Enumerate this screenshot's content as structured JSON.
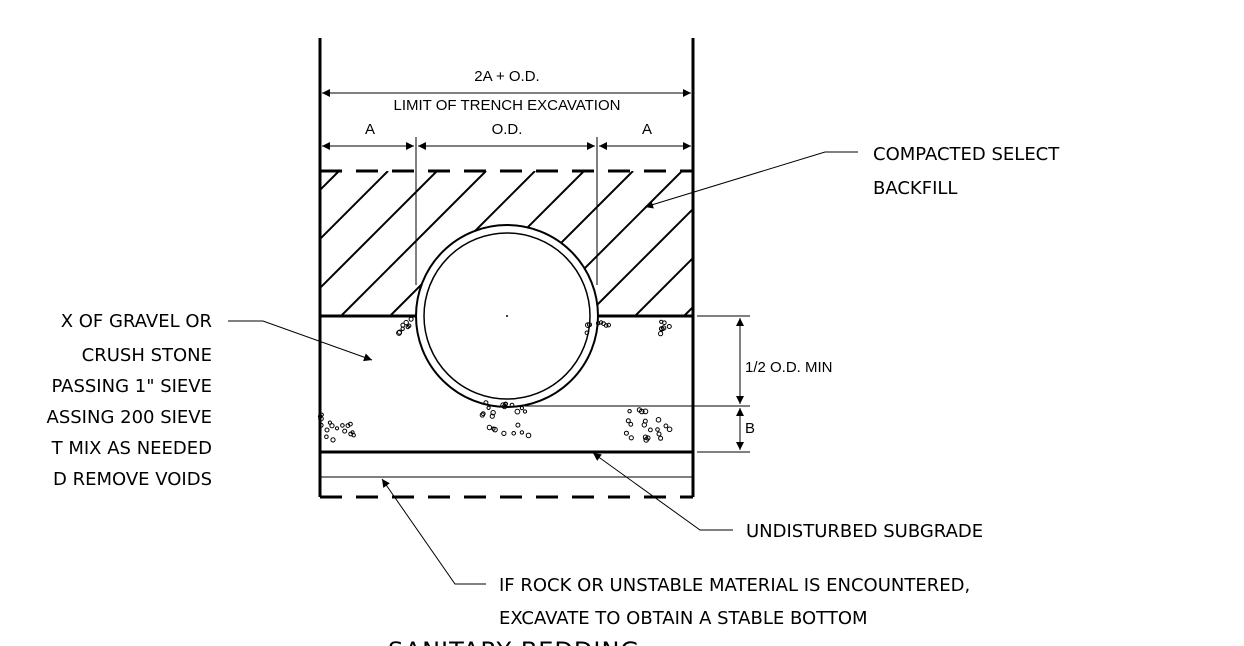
{
  "dimensions": {
    "overall_width": "2A + O.D.",
    "limit_label": "LIMIT OF TRENCH EXCAVATION",
    "left_offset": "A",
    "pipe_od": "O.D.",
    "right_offset": "A",
    "haunch_depth": "1/2 O.D. MIN",
    "bedding_depth": "B"
  },
  "callouts": {
    "backfill": [
      "COMPACTED SELECT",
      "BACKFILL"
    ],
    "bedding_mix": [
      "X OF GRAVEL OR",
      "CRUSH STONE",
      "PASSING 1\" SIEVE",
      "ASSING 200 SIEVE",
      "T MIX AS NEEDED",
      "D REMOVE VOIDS"
    ],
    "subgrade": "UNDISTURBED SUBGRADE",
    "rock": [
      "IF ROCK OR UNSTABLE MATERIAL IS ENCOUNTERED,",
      "EXCAVATE TO OBTAIN A STABLE BOTTOM"
    ]
  },
  "title": "SANITARY BEDDING"
}
